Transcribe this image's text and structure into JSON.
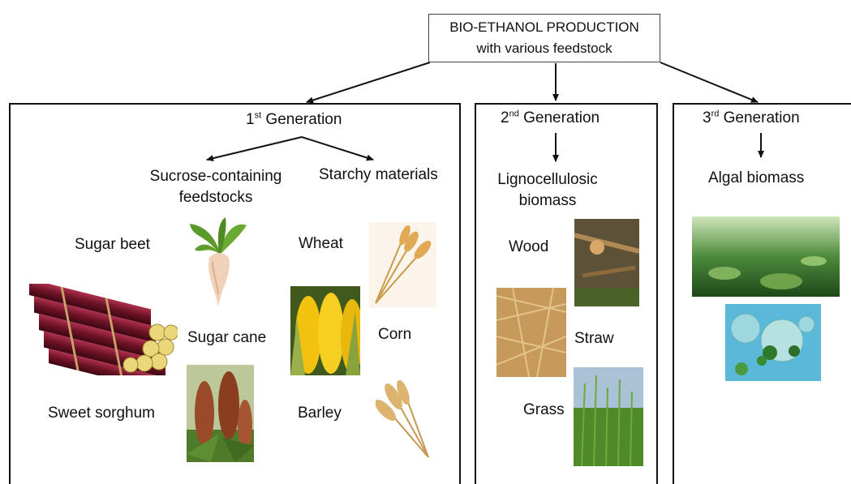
{
  "title": {
    "line1": "BIO-ETHANOL PRODUCTION",
    "line2": "with various feedstock"
  },
  "gen1": {
    "num": "1",
    "sup": "st",
    "label": " Generation",
    "sucrose_line1": "Sucrose-containing",
    "sucrose_line2": "feedstocks",
    "starchy": "Starchy materials",
    "sugar_beet": "Sugar beet",
    "sugar_cane": "Sugar cane",
    "sweet_sorghum": "Sweet sorghum",
    "wheat": "Wheat",
    "corn": "Corn",
    "barley": "Barley"
  },
  "gen2": {
    "num": "2",
    "sup": "nd",
    "label": " Generation",
    "category_line1": "Lignocellulosic",
    "category_line2": "biomass",
    "wood": "Wood",
    "straw": "Straw",
    "grass": "Grass"
  },
  "gen3": {
    "num": "3",
    "sup": "rd",
    "label": " Generation",
    "category": "Algal biomass"
  },
  "colors": {
    "line": "#111111",
    "border": "#444444"
  }
}
